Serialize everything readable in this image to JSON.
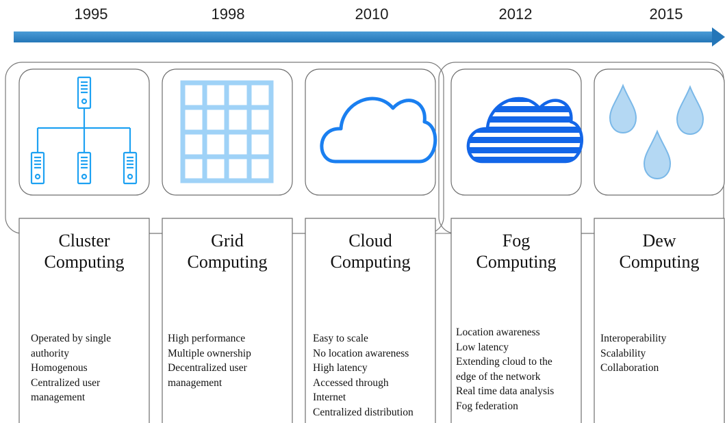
{
  "timeline": {
    "arrow_color": "#2e86c8",
    "years": [
      "1995",
      "1998",
      "2010",
      "2012",
      "2015"
    ]
  },
  "colors": {
    "server": "#1da1f2",
    "grid": "#9fd2f7",
    "cloud": "#1a7ff0",
    "fog": "#1366e8",
    "dew_fill": "#b4d8f3",
    "dew_stroke": "#7ab8e8",
    "border": "#6d6d6d"
  },
  "paradigms": [
    {
      "icon": "server-cluster-icon",
      "title_line1": "Cluster",
      "title_line2": "Computing",
      "features": [
        "Operated by single",
        "authority",
        "Homogenous",
        "Centralized user",
        "management"
      ]
    },
    {
      "icon": "grid-icon",
      "title_line1": "Grid",
      "title_line2": "Computing",
      "features": [
        "High performance",
        "Multiple ownership",
        "Decentralized user",
        "management"
      ]
    },
    {
      "icon": "cloud-icon",
      "title_line1": "Cloud",
      "title_line2": "Computing",
      "features": [
        "Easy to scale",
        "No location awareness",
        "High latency",
        "Accessed through",
        "Internet",
        "Centralized distribution"
      ]
    },
    {
      "icon": "fog-icon",
      "title_line1": "Fog",
      "title_line2": "Computing",
      "features": [
        "Location awareness",
        "Low latency",
        "Extending cloud to the",
        "edge of the network",
        "Real time data analysis",
        "Fog federation"
      ]
    },
    {
      "icon": "dew-drops-icon",
      "title_line1": "Dew",
      "title_line2": "Computing",
      "features": [
        "Interoperability",
        "Scalability",
        "Collaboration"
      ]
    }
  ]
}
